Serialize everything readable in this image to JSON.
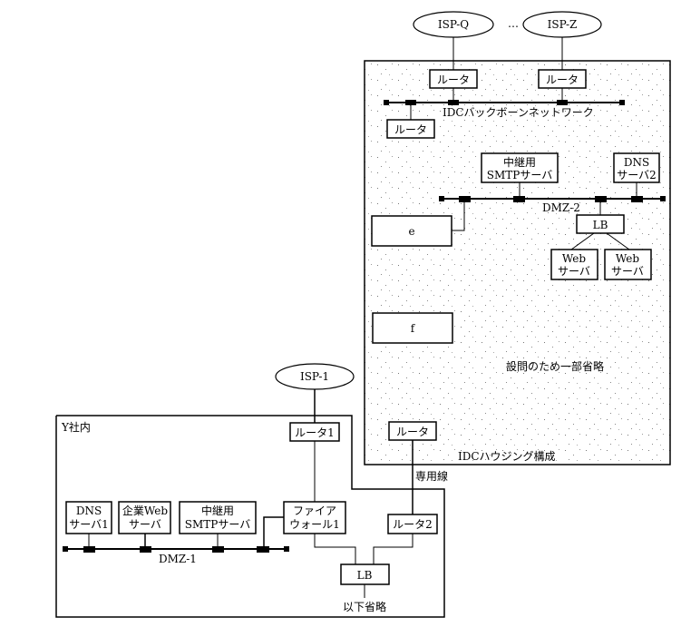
{
  "diagram": {
    "isps": {
      "isp_q": "ISP-Q",
      "ellipsis": "…",
      "isp_z": "ISP-Z",
      "isp_1": "ISP-1"
    },
    "idc": {
      "title": "IDCハウジング構成",
      "router_left": "ルータ",
      "router_right": "ルータ",
      "router_lower": "ルータ",
      "router_bottom": "ルータ",
      "backbone_label": "IDCバックボーンネットワーク",
      "smtp_relay_line1": "中継用",
      "smtp_relay_line2": "SMTPサーバ",
      "dns2_line1": "DNS",
      "dns2_line2": "サーバ2",
      "dmz2_label": "DMZ-2",
      "lb": "LB",
      "web1_line1": "Web",
      "web1_line2": "サーバ",
      "web2_line1": "Web",
      "web2_line2": "サーバ",
      "box_e": "e",
      "box_f": "f",
      "omitted_note": "設問のため一部省略"
    },
    "dedicated_line": "専用線",
    "y_company": {
      "title": "Y社内",
      "router1": "ルータ1",
      "router2": "ルータ2",
      "firewall_line1": "ファイア",
      "firewall_line2": "ウォール1",
      "dns1_line1": "DNS",
      "dns1_line2": "サーバ1",
      "corp_web_line1": "企業Web",
      "corp_web_line2": "サーバ",
      "smtp_relay_line1": "中継用",
      "smtp_relay_line2": "SMTPサーバ",
      "dmz1_label": "DMZ-1",
      "lb": "LB",
      "omitted_below": "以下省略"
    }
  }
}
